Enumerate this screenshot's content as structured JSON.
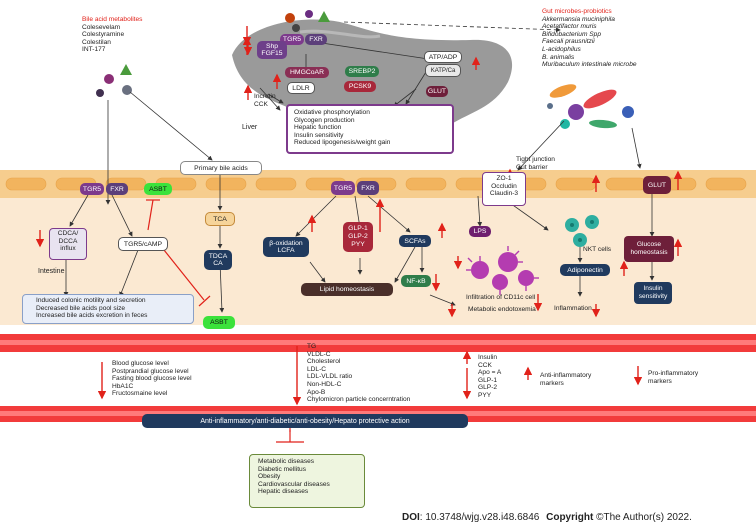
{
  "bile_acid_metabolites": {
    "title": "Bile acid metabolites",
    "items": [
      "Colesevelam",
      "Colestyramine",
      "Colestilan",
      "INT-177"
    ]
  },
  "gut_microbes": {
    "title": "Gut microbes-probiotics",
    "items": [
      "Akkermansia muciniphila",
      "Acetatifactor muris",
      "Bifidobacterium Spp",
      "Faecali prausnitzii",
      "L-acidophilus",
      "B. animalis",
      "Muribaculum intestinale microbe"
    ]
  },
  "liver": {
    "label": "Liver",
    "tgr5": "TGR5",
    "fxr": "FXR",
    "shp_fgf15": [
      "Shp",
      "FGF15"
    ],
    "hmgcoar": "HMGCoAR",
    "ldlr": "LDLR",
    "srebp2": "SREBP2",
    "pcsk9": "PCSK9",
    "atp_adp": "ATP/ADP",
    "k_ch": "KATP/Ca",
    "glut": "GLUT",
    "incretin": "Incretin",
    "cck": "CCK",
    "effects": [
      "Oxidative phosphorylation",
      "Glycogen production",
      "Hepatic function",
      "Insulin sensitivity",
      "Reduced lipogenesis/weight gain"
    ]
  },
  "primary_bile_acids": "Primary bile acids",
  "tight_junction": [
    "Tight junction",
    "Gut barrier"
  ],
  "intestine": {
    "label": "Intestine",
    "tgr5_left": "TGR5",
    "fxr_left": "FXR",
    "asbt_top": "ASBT",
    "cdca": [
      "CDCA/",
      "DCCA",
      "influx"
    ],
    "tgr5_camp": "TGR5/cAMP",
    "tca": "TCA",
    "tdca": [
      "TDCA",
      "CA"
    ],
    "asbt_bottom": "ASBT",
    "tgr5_mid": "TGR5",
    "fxr_mid": "FXR",
    "beta_ox": [
      "β-oxidation",
      "LCFA"
    ],
    "glp": [
      "GLP-1",
      "GLP-2",
      "PYY"
    ],
    "scfas": "SCFAs",
    "nfkb": "NF-κB",
    "lipid_homeostasis": "Lipid homeostasis",
    "zo1": [
      "ZO-1",
      "Occludin",
      "Claudin-3"
    ],
    "lps": "LPS",
    "cd11c": "Infiltration of CD11c cell",
    "metabolic_endotoxemia": "Metabolic endotoxemia",
    "nkt": "NKT cells",
    "adiponectin": "Adiponectin",
    "inflammation": "Inflammation",
    "glut": "GLUT",
    "glucose_homeostasis": [
      "Glucose",
      "homeostasis"
    ],
    "insulin_sensitivity": [
      "Insulin",
      "sensitivity"
    ],
    "colonic": [
      "Induced colonic motility and secretion",
      "Decreased bile acids pool size",
      "Increased bile acids excretion in feces"
    ]
  },
  "blood": {
    "glucose": [
      "Blood glucose level",
      "Postprandial glucose level",
      "Fasting blood glucose level",
      "HbA1C",
      "Fructosmaine level"
    ],
    "lipids": [
      "TG",
      "VLDL-C",
      "Cholesterol",
      "LDL-C",
      "LDL-VLDL ratio",
      "Non-HDL-C",
      "Apo-B",
      "Chylomicron particle concerntration"
    ],
    "hormones": [
      "Insulin",
      "CCK",
      "Apo = A",
      "GLP-1",
      "GLP-2",
      "PYY"
    ],
    "anti_inflammatory": [
      "Anti-inflammatory",
      "markers"
    ],
    "pro_inflammatory": [
      "Pro-inflammatory",
      "markers"
    ]
  },
  "action_bar": "Anti-inflammatory/anti-diabetic/anti-obesity/Hepato protective action",
  "diseases": [
    "Metabolic diseases",
    "Diabetic mellitus",
    "Obesity",
    "Cardiovascular diseases",
    "Hepatic diseases"
  ],
  "footer": {
    "doi_label": "DOI",
    "doi_value": ": 10.3748/wjg.v28.i48.6846",
    "copyright_label": "Copyright",
    "copyright_value": " ©The Author(s) 2022."
  },
  "colors": {
    "up_arrow": "#e1221a",
    "tgr5": "#7d3a8c",
    "navy": "#203a5e",
    "intestine": "#fbe9d2",
    "blood": "#f23b3b",
    "disease_box": "#eef5df"
  }
}
